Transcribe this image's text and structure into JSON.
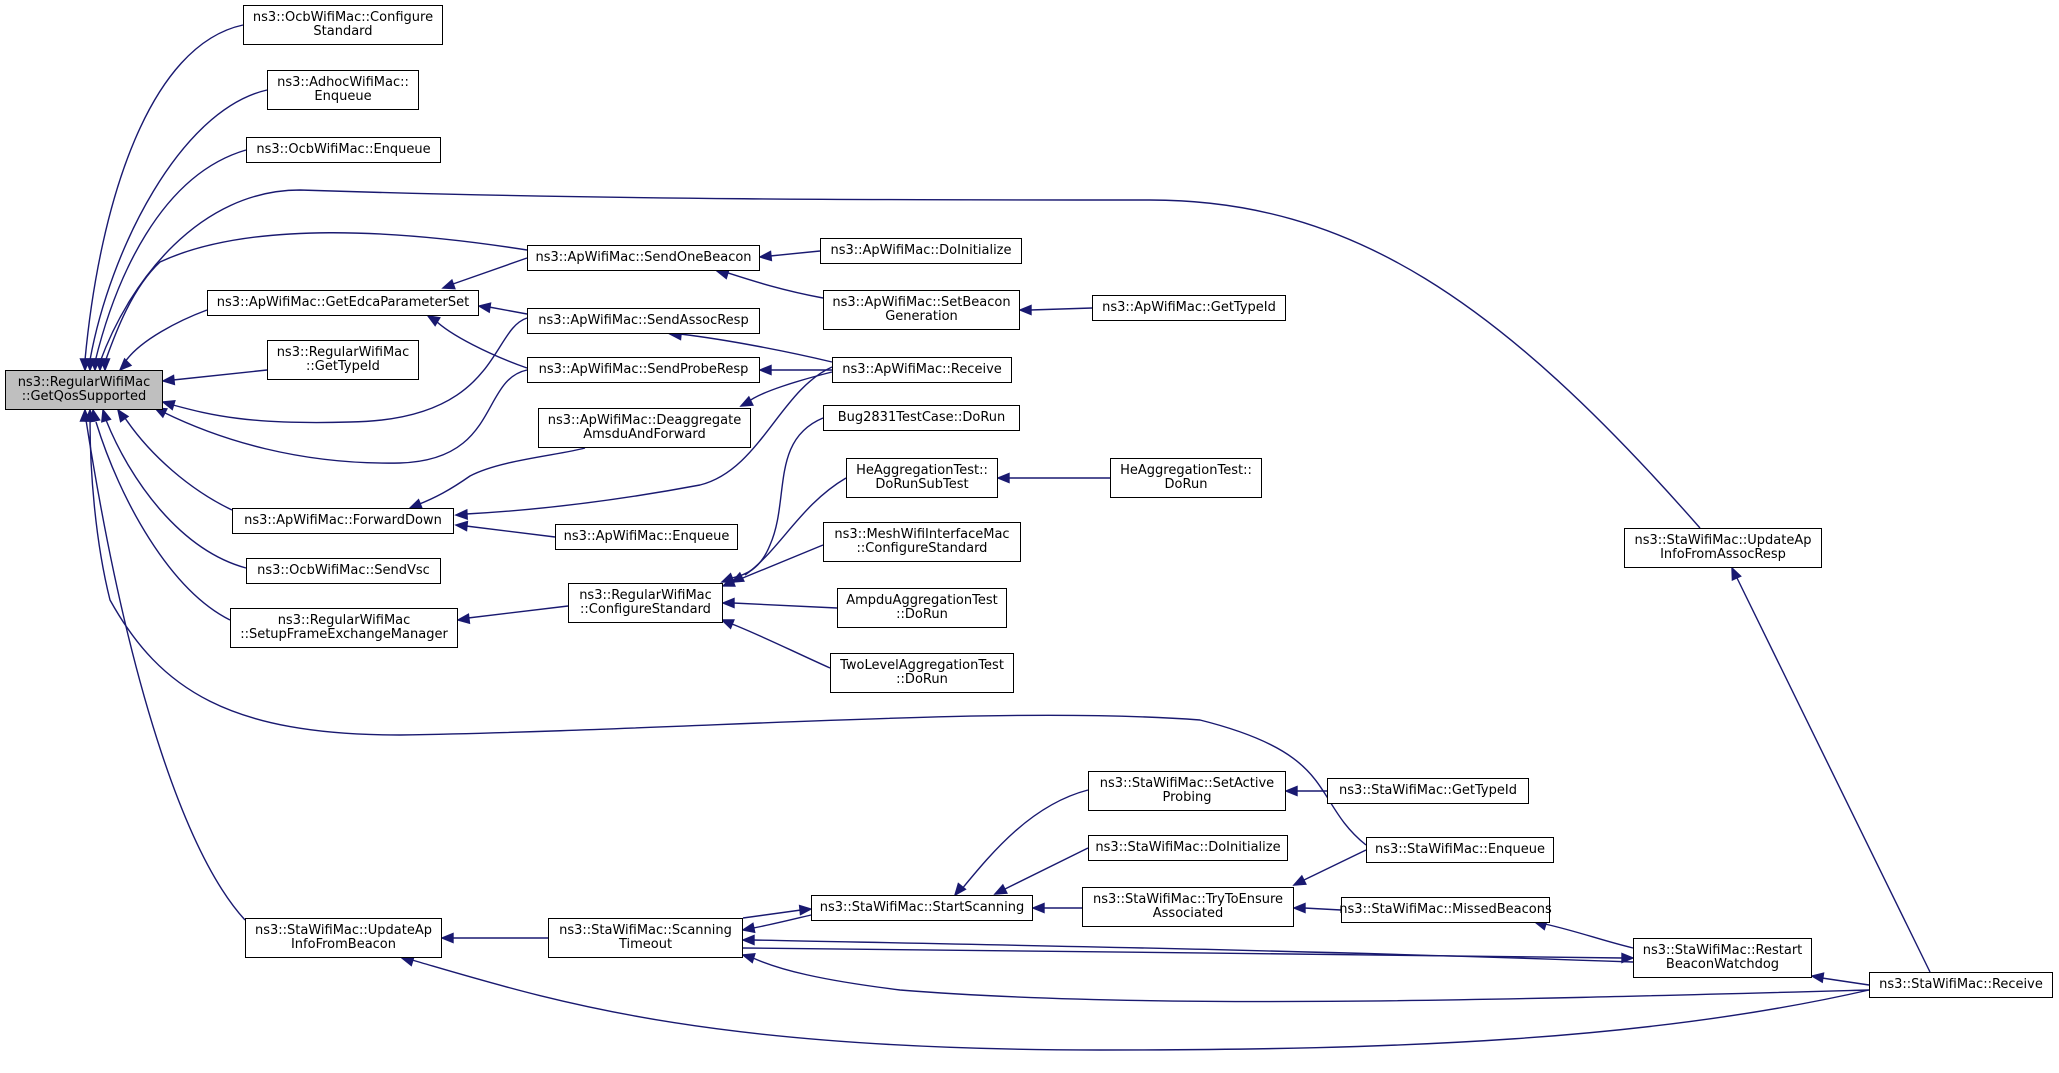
{
  "diagram": {
    "type": "call-graph",
    "edge_color": "#191970",
    "root_fill": "#bfbfbf",
    "nodes": [
      {
        "id": "root",
        "label": "ns3::RegularWifiMac\n::GetQosSupported"
      },
      {
        "id": "ocb_cfg",
        "label": "ns3::OcbWifiMac::Configure\nStandard"
      },
      {
        "id": "adhoc_enq",
        "label": "ns3::AdhocWifiMac::\nEnqueue"
      },
      {
        "id": "ocb_enq",
        "label": "ns3::OcbWifiMac::Enqueue"
      },
      {
        "id": "ap_edca",
        "label": "ns3::ApWifiMac::GetEdcaParameterSet"
      },
      {
        "id": "reg_typeid",
        "label": "ns3::RegularWifiMac\n::GetTypeId"
      },
      {
        "id": "ap_fwd",
        "label": "ns3::ApWifiMac::ForwardDown"
      },
      {
        "id": "ocb_vsc",
        "label": "ns3::OcbWifiMac::SendVsc"
      },
      {
        "id": "reg_setup",
        "label": "ns3::RegularWifiMac\n::SetupFrameExchangeManager"
      },
      {
        "id": "sta_upd_beacon",
        "label": "ns3::StaWifiMac::UpdateAp\nInfoFromBeacon"
      },
      {
        "id": "ap_sendbeacon",
        "label": "ns3::ApWifiMac::SendOneBeacon"
      },
      {
        "id": "ap_assocresp",
        "label": "ns3::ApWifiMac::SendAssocResp"
      },
      {
        "id": "ap_proberesp",
        "label": "ns3::ApWifiMac::SendProbeResp"
      },
      {
        "id": "ap_deagg",
        "label": "ns3::ApWifiMac::Deaggregate\nAmsduAndForward"
      },
      {
        "id": "ap_enq",
        "label": "ns3::ApWifiMac::Enqueue"
      },
      {
        "id": "reg_cfg",
        "label": "ns3::RegularWifiMac\n::ConfigureStandard"
      },
      {
        "id": "sta_scan_to",
        "label": "ns3::StaWifiMac::Scanning\nTimeout"
      },
      {
        "id": "ap_doinit",
        "label": "ns3::ApWifiMac::DoInitialize"
      },
      {
        "id": "ap_setbeacon",
        "label": "ns3::ApWifiMac::SetBeacon\nGeneration"
      },
      {
        "id": "ap_recv",
        "label": "ns3::ApWifiMac::Receive"
      },
      {
        "id": "bug2831",
        "label": "Bug2831TestCase::DoRun"
      },
      {
        "id": "he_sub",
        "label": "HeAggregationTest::\nDoRunSubTest"
      },
      {
        "id": "mesh_cfg",
        "label": "ns3::MeshWifiInterfaceMac\n::ConfigureStandard"
      },
      {
        "id": "ampdu",
        "label": "AmpduAggregationTest\n::DoRun"
      },
      {
        "id": "twolevel",
        "label": "TwoLevelAggregationTest\n::DoRun"
      },
      {
        "id": "sta_setactive",
        "label": "ns3::StaWifiMac::SetActive\nProbing"
      },
      {
        "id": "sta_doinit",
        "label": "ns3::StaWifiMac::DoInitialize"
      },
      {
        "id": "sta_startscan",
        "label": "ns3::StaWifiMac::StartScanning"
      },
      {
        "id": "sta_trytoensure",
        "label": "ns3::StaWifiMac::TryToEnsure\nAssociated"
      },
      {
        "id": "ap_typeid",
        "label": "ns3::ApWifiMac::GetTypeId"
      },
      {
        "id": "he_dorun",
        "label": "HeAggregationTest::\nDoRun"
      },
      {
        "id": "sta_typeid",
        "label": "ns3::StaWifiMac::GetTypeId"
      },
      {
        "id": "sta_enq",
        "label": "ns3::StaWifiMac::Enqueue"
      },
      {
        "id": "sta_missed",
        "label": "ns3::StaWifiMac::MissedBeacons"
      },
      {
        "id": "sta_upd_assoc",
        "label": "ns3::StaWifiMac::UpdateAp\nInfoFromAssocResp"
      },
      {
        "id": "sta_restart",
        "label": "ns3::StaWifiMac::Restart\nBeaconWatchdog"
      },
      {
        "id": "sta_recv",
        "label": "ns3::StaWifiMac::Receive"
      }
    ]
  }
}
